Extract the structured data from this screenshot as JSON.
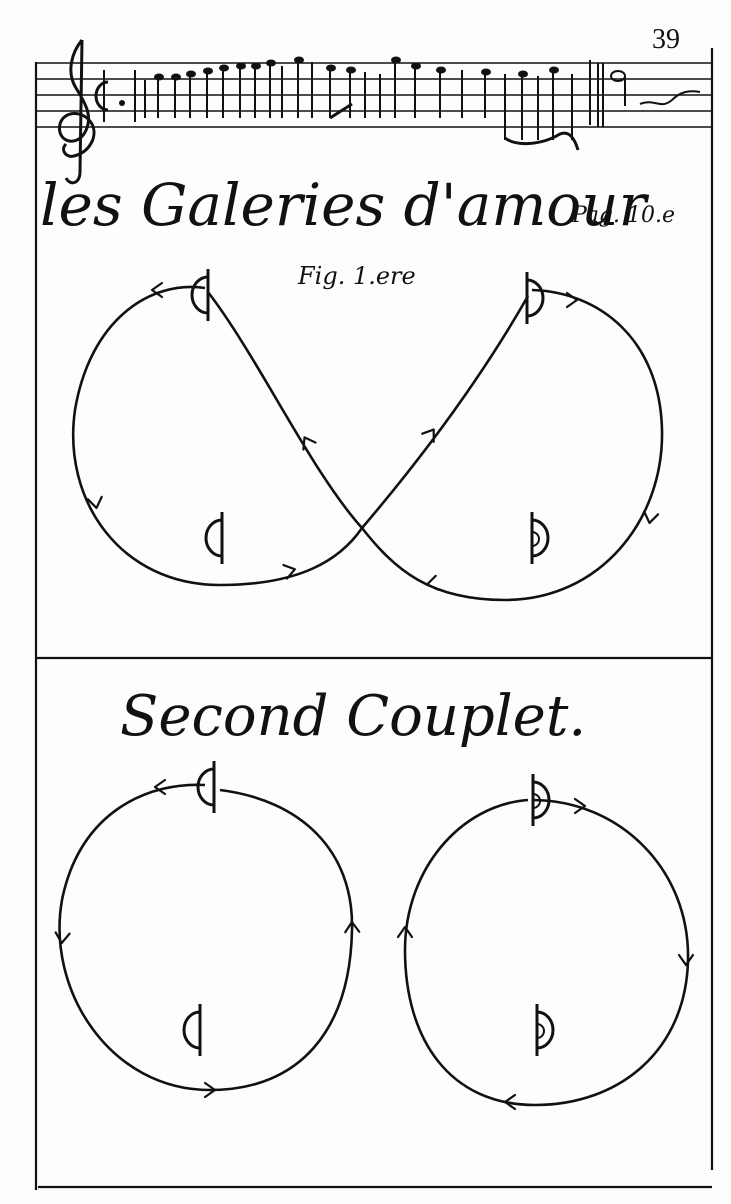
{
  "page_number": "39",
  "title": {
    "main": "les Galeries d'amour",
    "page_ref": "Pag. 10.e"
  },
  "figure_label": "Fig. 1.ere",
  "section_heading": "Second Couplet.",
  "colors": {
    "ink": "#111111",
    "paper": "#fdfdfb"
  },
  "icons": {
    "dancer_marker": "half-circle-with-stem",
    "direction_marker": "arrowhead"
  }
}
